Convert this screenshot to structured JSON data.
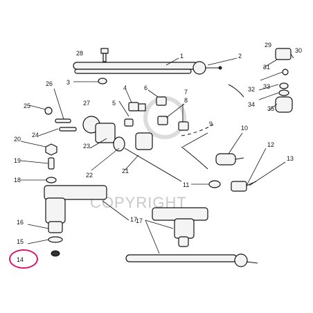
{
  "watermark": "COPYRIGHT",
  "labels": [
    "1",
    "2",
    "3",
    "4",
    "5",
    "6",
    "7",
    "8",
    "9",
    "10",
    "11",
    "12",
    "13",
    "14",
    "15",
    "16",
    "17",
    "17",
    "18",
    "19",
    "20",
    "21",
    "22",
    "23",
    "24",
    "25",
    "26",
    "27",
    "28",
    "29",
    "30",
    "31",
    "32",
    "33",
    "34",
    "35"
  ],
  "highlighted_label": "14",
  "colors": {
    "line": "#111111",
    "highlight": "#d81b6a",
    "watermark": "#c8c8c8"
  }
}
